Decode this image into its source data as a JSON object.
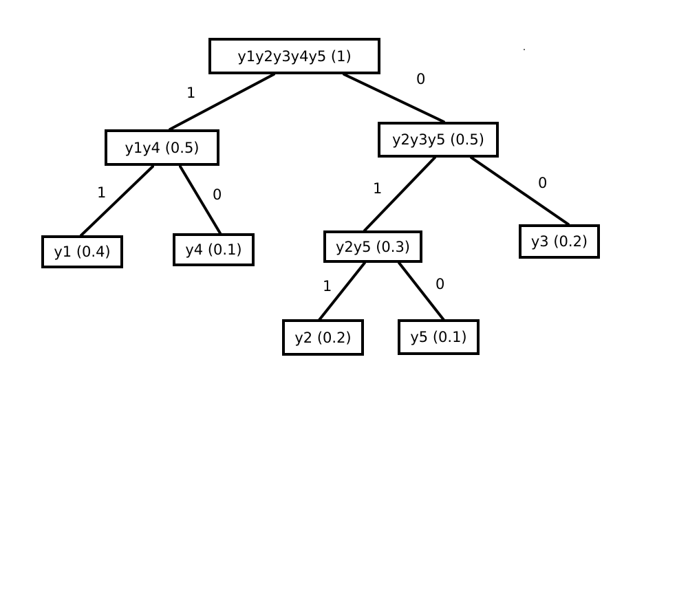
{
  "tree": {
    "nodes": {
      "root": "y1y2y3y4y5 (1)",
      "y1y4": "y1y4 (0.5)",
      "y2y3y5": "y2y3y5 (0.5)",
      "y1": "y1 (0.4)",
      "y4": "y4 (0.1)",
      "y2y5": "y2y5 (0.3)",
      "y3": "y3 (0.2)",
      "y2": "y2 (0.2)",
      "y5": "y5 (0.1)"
    },
    "edges": {
      "root_y1y4": "1",
      "root_y2y3y5": "0",
      "y1y4_y1": "1",
      "y1y4_y4": "0",
      "y2y3y5_y2y5": "1",
      "y2y3y5_y3": "0",
      "y2y5_y2": "1",
      "y2y5_y5": "0"
    }
  }
}
